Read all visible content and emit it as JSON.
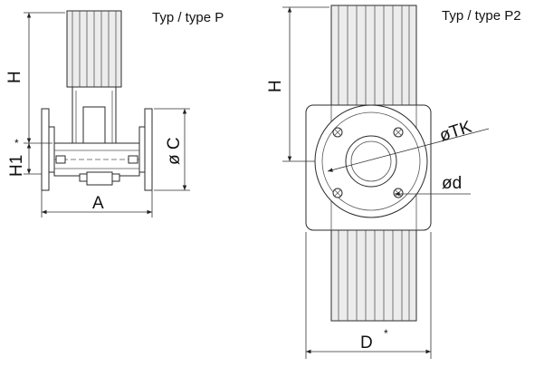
{
  "view_p": {
    "title": "Typ / type P",
    "dims": {
      "height": "H",
      "lower_height": "H1",
      "lower_height_mark": "*",
      "diameter": "ø C",
      "width": "A"
    }
  },
  "view_p2": {
    "title": "Typ / type P2",
    "dims": {
      "height": "H",
      "bolt_circle": "øTK",
      "bore": "ød",
      "width": "D",
      "width_mark": "*"
    }
  }
}
